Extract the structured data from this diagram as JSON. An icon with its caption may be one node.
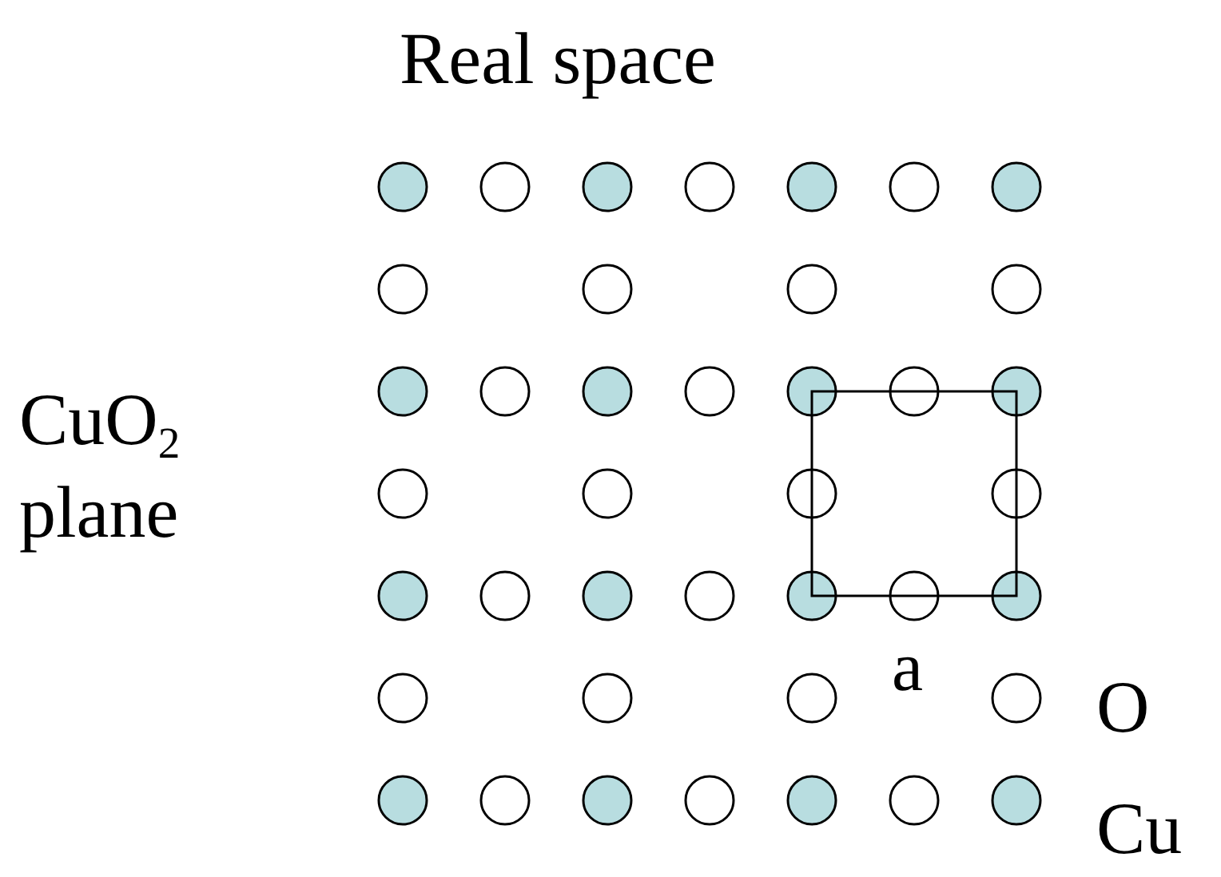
{
  "diagram": {
    "title": "Real space",
    "labels": [
      "CuO$_{2}$ plane",
      "a",
      "O",
      "Cu"
    ]
  }
}
